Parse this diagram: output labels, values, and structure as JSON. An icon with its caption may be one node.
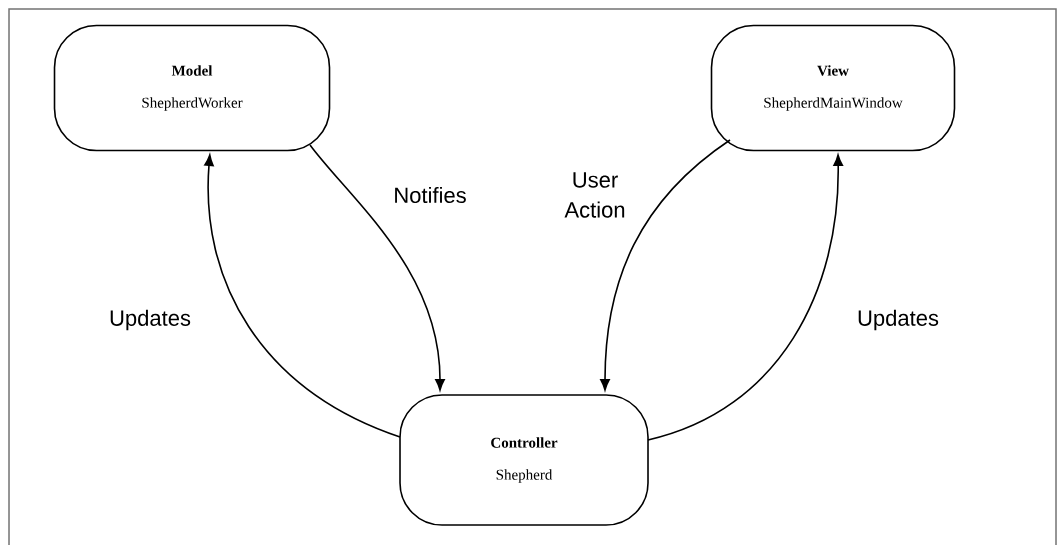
{
  "diagram": {
    "nodes": [
      {
        "text": [
          "Model",
          "ShepherdWorker"
        ]
      },
      {
        "text": [
          "View",
          "ShepherdMainWindow"
        ]
      },
      {
        "text": [
          "Controller",
          "Shepherd"
        ]
      }
    ],
    "edges": [
      {
        "from": 0,
        "to": 2,
        "arrow": "to",
        "label": "Notifies"
      },
      {
        "from": 2,
        "to": 0,
        "arrow": "to",
        "label": "Updates"
      },
      {
        "from": 1,
        "to": 2,
        "arrow": "to",
        "label": "User Action"
      },
      {
        "from": 2,
        "to": 1,
        "arrow": "to",
        "label": "Updates"
      }
    ]
  }
}
